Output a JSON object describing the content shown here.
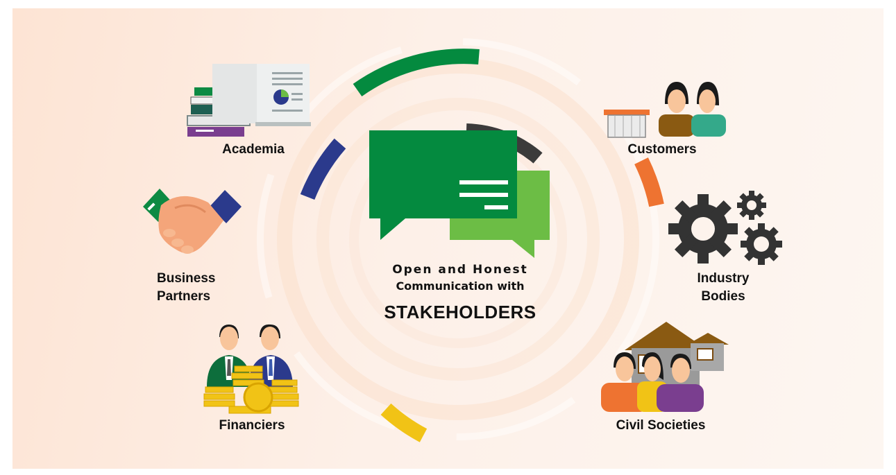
{
  "center": {
    "line1": "Open and Honest",
    "line2": "Communication with",
    "line3": "STAKEHOLDERS"
  },
  "stakeholders": {
    "academia": "Academia",
    "customers": "Customers",
    "business_partners_1": "Business",
    "business_partners_2": "Partners",
    "industry_bodies_1": "Industry",
    "industry_bodies_2": "Bodies",
    "financiers": "Financiers",
    "civil_societies": "Civil Societies"
  },
  "colors": {
    "green_dark": "#048a3f",
    "green_light": "#6cbd45",
    "navy": "#2b3a8c",
    "orange": "#ee7331",
    "yellow": "#f1c316",
    "dark_gray": "#3b3b3b"
  }
}
